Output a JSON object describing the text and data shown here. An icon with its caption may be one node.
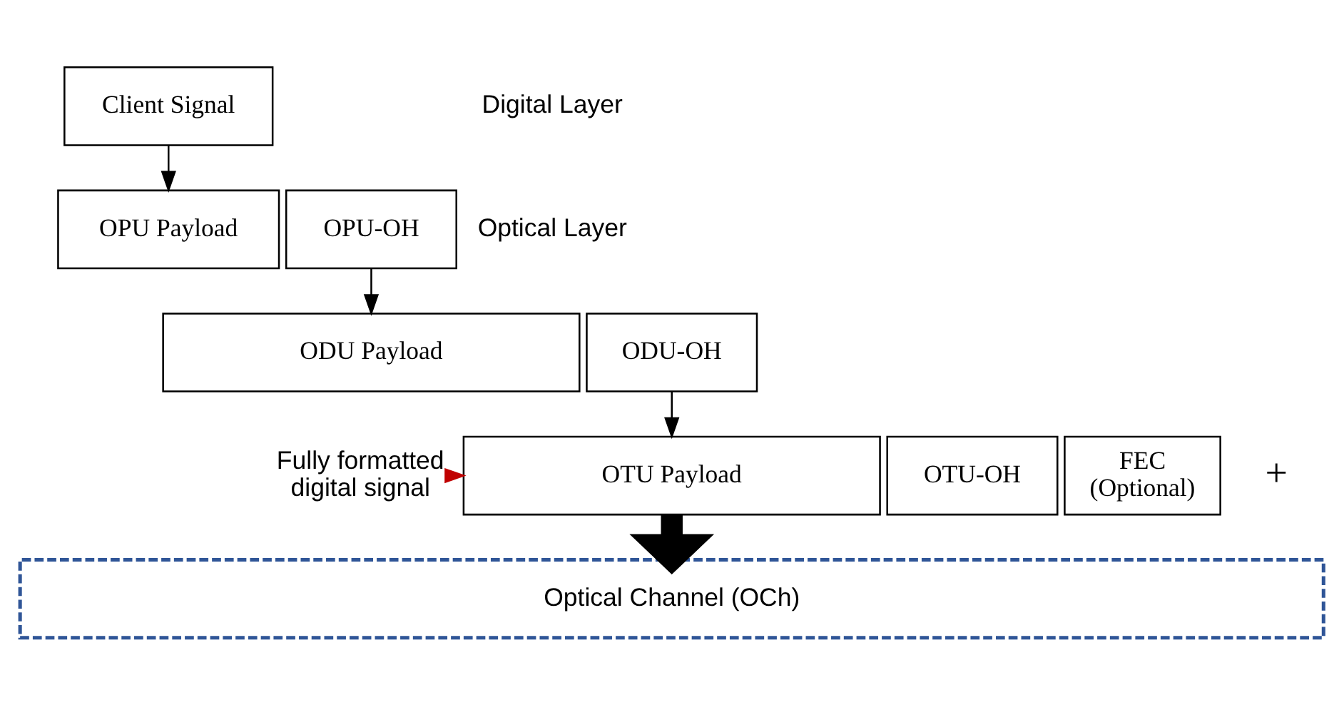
{
  "diagram": {
    "nodes": [
      {
        "text": [
          "Client Signal"
        ]
      },
      {
        "text": [
          "OPU Payload"
        ]
      },
      {
        "text": [
          "OPU-OH"
        ]
      },
      {
        "text": [
          "ODU Payload"
        ]
      },
      {
        "text": [
          "ODU-OH"
        ]
      },
      {
        "text": [
          "OTU Payload"
        ]
      },
      {
        "text": [
          "OTU-OH"
        ]
      },
      {
        "text": [
          "FEC",
          "(Optional)"
        ]
      },
      {
        "text": [
          "Optical Channel (OCh)"
        ]
      },
      {
        "text": [
          "Fully formatted digital signal"
        ]
      }
    ],
    "edges": [
      {
        "from": 0,
        "to": 1,
        "arrow": "to"
      },
      {
        "from": 2,
        "to": 3,
        "arrow": "to"
      },
      {
        "from": 4,
        "to": 5,
        "arrow": "to"
      },
      {
        "from": 9,
        "to": 5,
        "arrow": "to",
        "color": "#c00000"
      },
      {
        "from": 5,
        "to": 8,
        "arrow": "to",
        "style": "thick"
      }
    ],
    "labels": [
      "Digital Layer",
      "+",
      "Optical Layer"
    ]
  }
}
